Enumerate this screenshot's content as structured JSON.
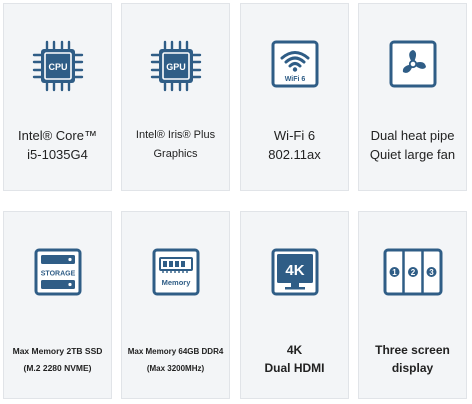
{
  "colors": {
    "icon": "#2f5d86",
    "card_bg": "#f3f5f7",
    "card_border": "#e1e4e8",
    "text": "#222222"
  },
  "cards": [
    {
      "icon": "cpu-icon",
      "icon_text": "CPU",
      "lines": [
        "Intel® Core™",
        "i5-1035G4"
      ]
    },
    {
      "icon": "gpu-icon",
      "icon_text": "GPU",
      "lines": [
        "Intel® Iris® Plus",
        "Graphics"
      ]
    },
    {
      "icon": "wifi-icon",
      "icon_text": "WiFi 6",
      "lines": [
        "Wi-Fi 6",
        "802.11ax"
      ]
    },
    {
      "icon": "fan-icon",
      "icon_text": "",
      "lines": [
        "Dual heat pipe",
        "Quiet large fan"
      ]
    },
    {
      "icon": "storage-icon",
      "icon_text": "STORAGE",
      "lines": [
        "Max Memory 2TB SSD",
        "(M.2 2280 NVME)"
      ]
    },
    {
      "icon": "memory-icon",
      "icon_text": "Memory",
      "lines": [
        "Max Memory 64GB DDR4",
        "(Max 3200MHz)"
      ]
    },
    {
      "icon": "4k-icon",
      "icon_text": "4K",
      "lines": [
        "4K",
        "Dual HDMI"
      ]
    },
    {
      "icon": "three-screen-icon",
      "icon_text": "",
      "screen_numbers": [
        "1",
        "2",
        "3"
      ],
      "lines": [
        "Three screen",
        "display"
      ]
    }
  ]
}
